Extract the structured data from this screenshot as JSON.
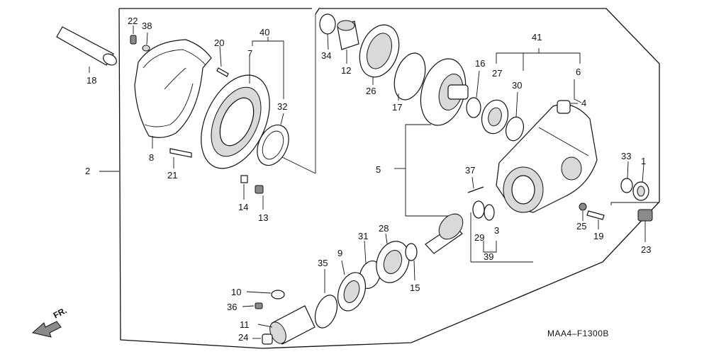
{
  "diagram": {
    "code": "MAA4–F1300B",
    "direction": "FR.",
    "callouts": [
      "1",
      "2",
      "3",
      "4",
      "5",
      "6",
      "7",
      "8",
      "9",
      "10",
      "11",
      "12",
      "13",
      "14",
      "15",
      "16",
      "17",
      "18",
      "19",
      "20",
      "21",
      "22",
      "23",
      "24",
      "25",
      "26",
      "27",
      "28",
      "29",
      "30",
      "31",
      "32",
      "33",
      "34",
      "35",
      "36",
      "37",
      "38",
      "39",
      "40",
      "41"
    ]
  }
}
